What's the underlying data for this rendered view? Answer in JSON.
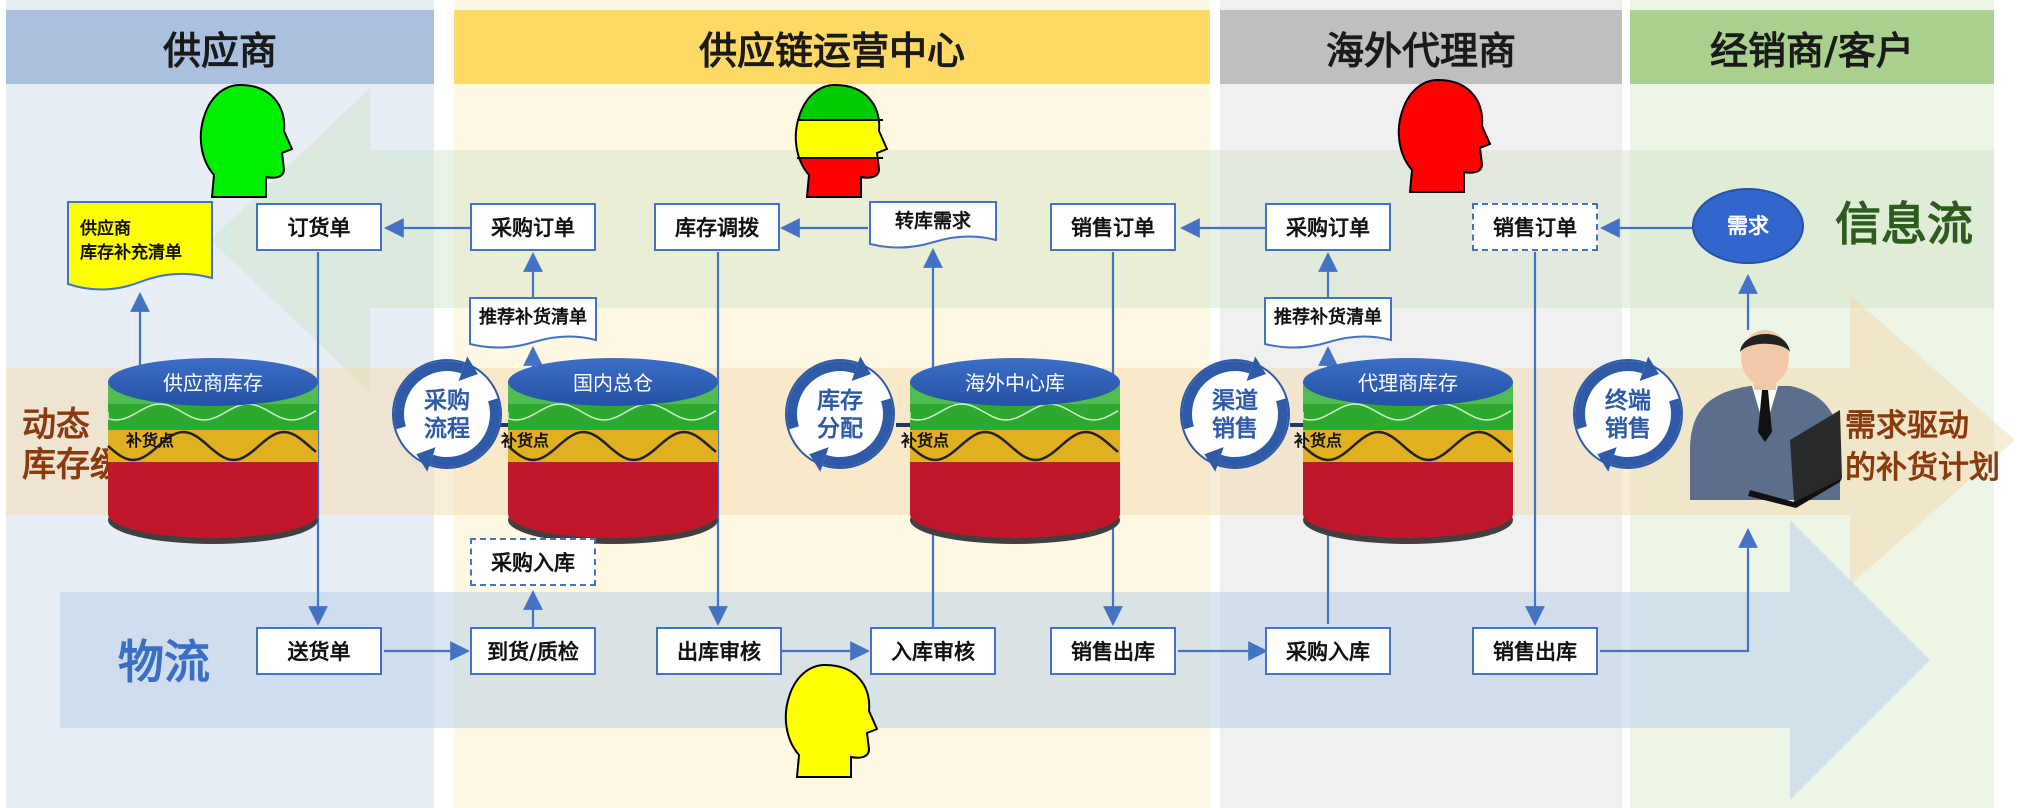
{
  "lanes": [
    {
      "title": "供应商",
      "color": "#a9c0df",
      "bg": "#e8eef6"
    },
    {
      "title": "供应链运营中心",
      "color": "#ffd966",
      "bg": "#fff8e3"
    },
    {
      "title": "海外代理商",
      "color": "#bfbfbf",
      "bg": "#f0f0f0"
    },
    {
      "title": "经销商/客户",
      "color": "#a9d08e",
      "bg": "#edf5e7"
    }
  ],
  "flows": {
    "info": "信息流",
    "material": "物流",
    "buffer": "动态\n库存缓冲",
    "demand_plan": "需求驱动\n的补货计划"
  },
  "supplier_list": "供应商\n库存补充清单",
  "info_row": {
    "order": "订货单",
    "purchase_order_1": "采购订单",
    "transfer": "库存调拨",
    "transfer_demand": "转库需求",
    "sales_order_1": "销售订单",
    "purchase_order_2": "采购订单",
    "sales_order_2": "销售订单",
    "demand": "需求"
  },
  "recommend_1": "推荐补货清单",
  "recommend_2": "推荐补货清单",
  "purchase_receipt_1": "采购入库",
  "logistics_row": {
    "delivery": "送货单",
    "arrival_qc": "到货/质检",
    "outbound_audit": "出库审核",
    "inbound_audit": "入库审核",
    "sales_out_1": "销售出库",
    "purchase_in_2": "采购入库",
    "sales_out_2": "销售出库"
  },
  "warehouses": [
    "供应商库存",
    "国内总仓",
    "海外中心库",
    "代理商库存"
  ],
  "replenish_point": "补货点",
  "cycles": [
    "采购\n流程",
    "库存\n分配",
    "渠道\n销售",
    "终端\n销售"
  ],
  "colors": {
    "arrow": "#4472c4",
    "head_green": "#00ee00",
    "head_red": "#ff0000",
    "head_yellow": "#ffff00",
    "info_text": "#2e5c1f",
    "material_text": "#3a6fc4",
    "buffer_text": "#8b3a0e",
    "list_yellow": "#ffff00"
  }
}
